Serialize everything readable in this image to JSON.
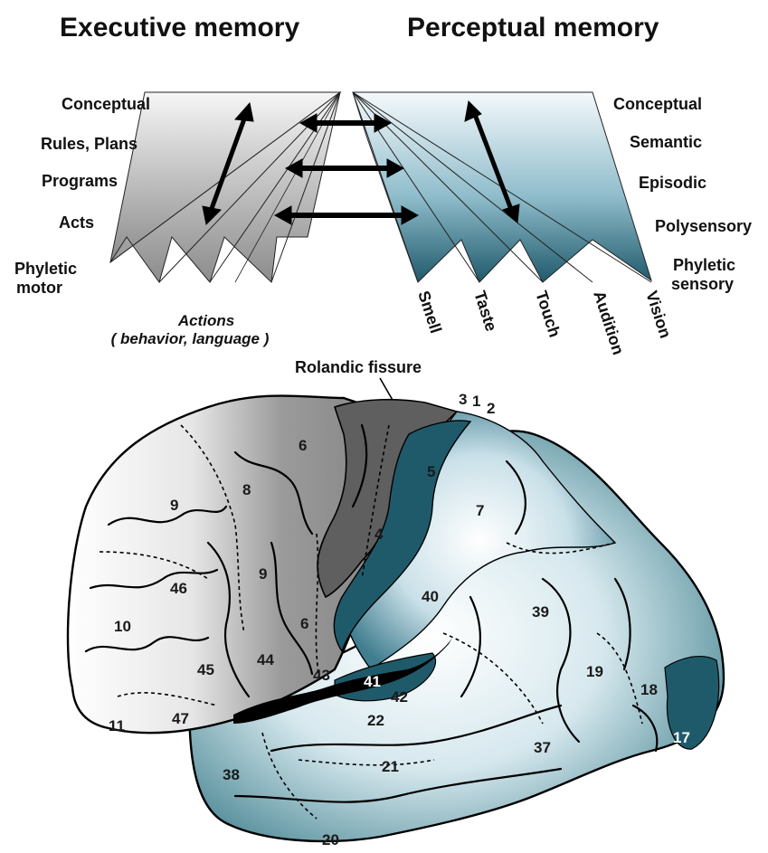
{
  "titles": {
    "left": "Executive memory",
    "right": "Perceptual memory"
  },
  "executive_levels": [
    "Conceptual",
    "Rules, Plans",
    "Programs",
    "Acts",
    "Phyletic",
    "motor"
  ],
  "perceptual_levels": [
    "Conceptual",
    "Semantic",
    "Episodic",
    "Polysensory",
    "Phyletic",
    "sensory"
  ],
  "senses": [
    "Smell",
    "Taste",
    "Touch",
    "Audition",
    "Vision"
  ],
  "actions_caption": {
    "line1": "Actions",
    "line2": "( behavior, language )"
  },
  "fissure_label": "Rolandic fissure",
  "brodmann_areas": {
    "a3": "3",
    "a1": "1",
    "a2": "2",
    "a5": "5",
    "a6top": "6",
    "a8": "8",
    "a9a": "9",
    "a4": "4",
    "a7": "7",
    "a46": "46",
    "a9b": "9",
    "a40": "40",
    "a39": "39",
    "a10": "10",
    "a6b": "6",
    "a44": "44",
    "a45": "45",
    "a43": "43",
    "a41": "41",
    "a42": "42",
    "a19": "19",
    "a18": "18",
    "a17": "17",
    "a11": "11",
    "a47": "47",
    "a22": "22",
    "a37": "37",
    "a21": "21",
    "a38": "38",
    "a20": "20"
  },
  "colors": {
    "executive_gray": "#8a8a8a",
    "perceptual_teal": "#1f5a6b",
    "motor_dark": "#5f5f5f"
  }
}
